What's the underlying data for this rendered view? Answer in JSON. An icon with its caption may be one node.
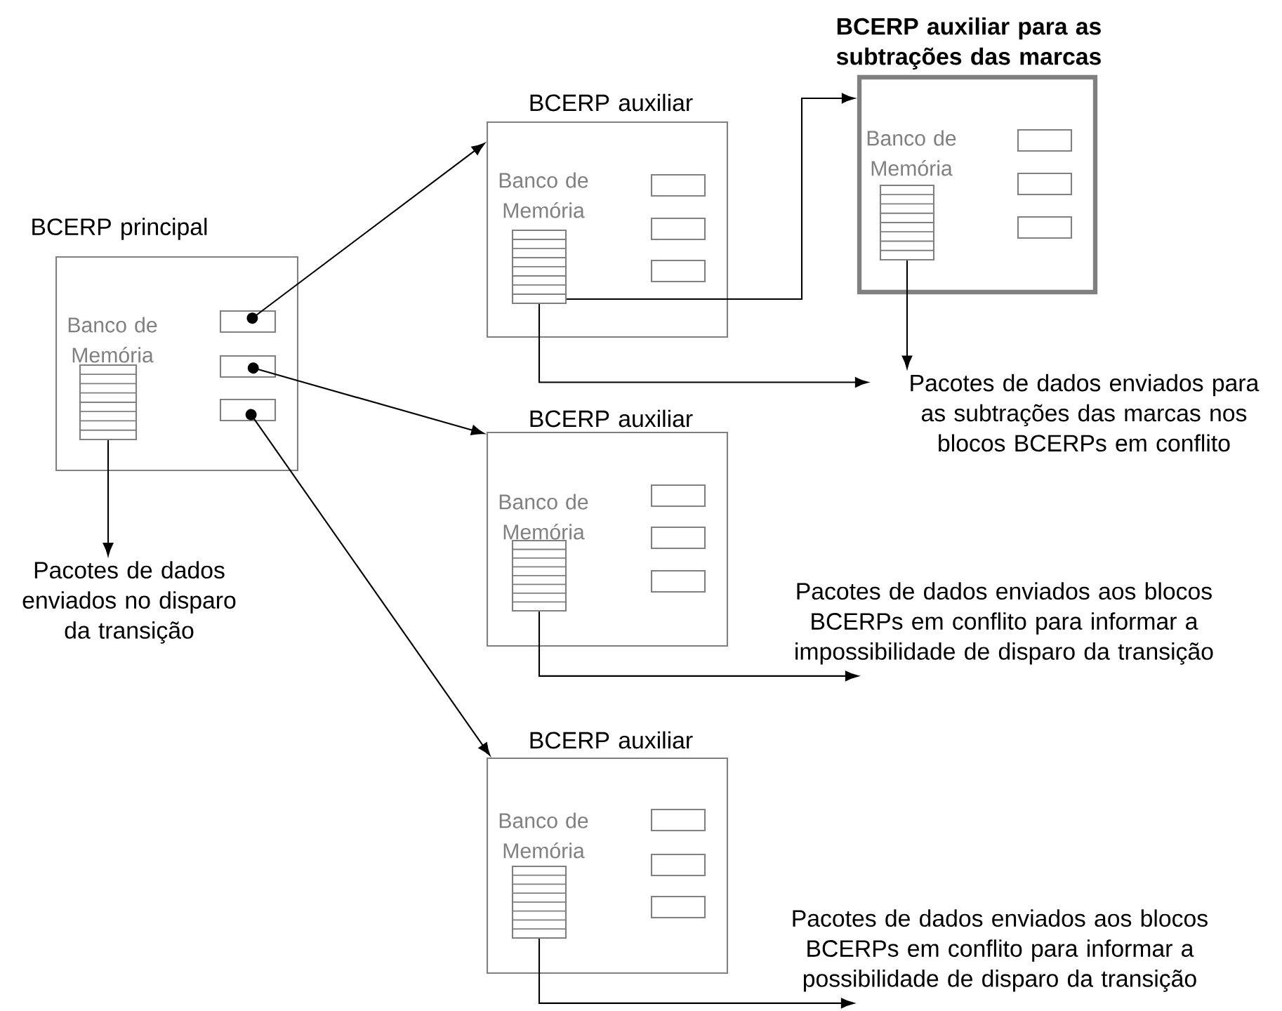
{
  "diagram": {
    "nodes": [
      {
        "text": [
          "BCERP principal"
        ]
      },
      {
        "text": [
          "Banco de Memória"
        ],
        "in": 0
      },
      {
        "text": [],
        "shape": "box",
        "in": 0
      },
      {
        "text": [],
        "shape": "box",
        "in": 0
      },
      {
        "text": [],
        "shape": "box",
        "in": 0
      },
      {
        "text": [
          "BCERP auxiliar"
        ]
      },
      {
        "text": [
          "Banco de Memória"
        ],
        "in": 5
      },
      {
        "text": [],
        "shape": "box",
        "in": 5
      },
      {
        "text": [],
        "shape": "box",
        "in": 5
      },
      {
        "text": [],
        "shape": "box",
        "in": 5
      },
      {
        "text": [
          "BCERP auxiliar para as subtrações das marcas"
        ]
      },
      {
        "text": [
          "Banco de Memória"
        ],
        "in": 10
      },
      {
        "text": [],
        "shape": "box",
        "in": 10
      },
      {
        "text": [],
        "shape": "box",
        "in": 10
      },
      {
        "text": [],
        "shape": "box",
        "in": 10
      },
      {
        "text": [
          "BCERP auxiliar"
        ]
      },
      {
        "text": [
          "Banco de Memória"
        ],
        "in": 15
      },
      {
        "text": [],
        "shape": "box",
        "in": 15
      },
      {
        "text": [],
        "shape": "box",
        "in": 15
      },
      {
        "text": [],
        "shape": "box",
        "in": 15
      },
      {
        "text": [
          "BCERP auxiliar"
        ]
      },
      {
        "text": [
          "Banco de Memória"
        ],
        "in": 20
      },
      {
        "text": [],
        "shape": "box",
        "in": 20
      },
      {
        "text": [],
        "shape": "box",
        "in": 20
      },
      {
        "text": [],
        "shape": "box",
        "in": 20
      },
      {
        "text": [
          "Pacotes de dados enviados no disparo da transição"
        ]
      },
      {
        "text": [
          "Pacotes de dados enviados para as subtrações das marcas nos blocos BCERPs em conflito"
        ]
      },
      {
        "text": [
          "Pacotes de dados enviados aos blocos BCERPs em conflito para informar a impossibilidade de disparo da transição"
        ]
      },
      {
        "text": [
          "Pacotes de dados enviados aos blocos BCERPs em conflito para informar a possibilidade de disparo da transição"
        ]
      }
    ],
    "edges": [
      {
        "from": 1,
        "to": 25,
        "arrow": "to"
      },
      {
        "from": 2,
        "to": 5,
        "arrow": "to"
      },
      {
        "from": 3,
        "to": 15,
        "arrow": "to"
      },
      {
        "from": 4,
        "to": 20,
        "arrow": "to"
      },
      {
        "from": 6,
        "to": 10,
        "arrow": "to"
      },
      {
        "from": 6,
        "to": 26,
        "arrow": "to"
      },
      {
        "from": 11,
        "to": 26,
        "arrow": "to"
      },
      {
        "from": 16,
        "to": 27,
        "arrow": "to"
      },
      {
        "from": 21,
        "to": 28,
        "arrow": "to"
      }
    ]
  }
}
